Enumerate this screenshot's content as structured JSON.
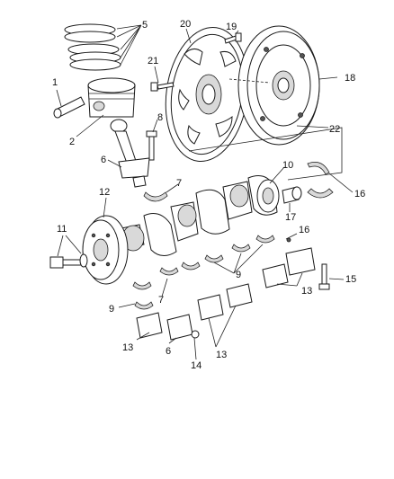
{
  "callouts": {
    "c1": "1",
    "c2": "2",
    "c5": "5",
    "c6a": "6",
    "c6b": "6",
    "c7a": "7",
    "c7b": "7",
    "c8": "8",
    "c9a": "9",
    "c9b": "9",
    "c10": "10",
    "c11": "11",
    "c12": "12",
    "c13a": "13",
    "c13b": "13",
    "c13c": "13",
    "c14": "14",
    "c15": "15",
    "c16a": "16",
    "c16b": "16",
    "c17": "17",
    "c18": "18",
    "c19": "19",
    "c20": "20",
    "c21": "21",
    "c22": "22"
  },
  "colors": {
    "line": "#1a1a1a",
    "shade": "#d9d9d9",
    "background": "#ffffff"
  }
}
